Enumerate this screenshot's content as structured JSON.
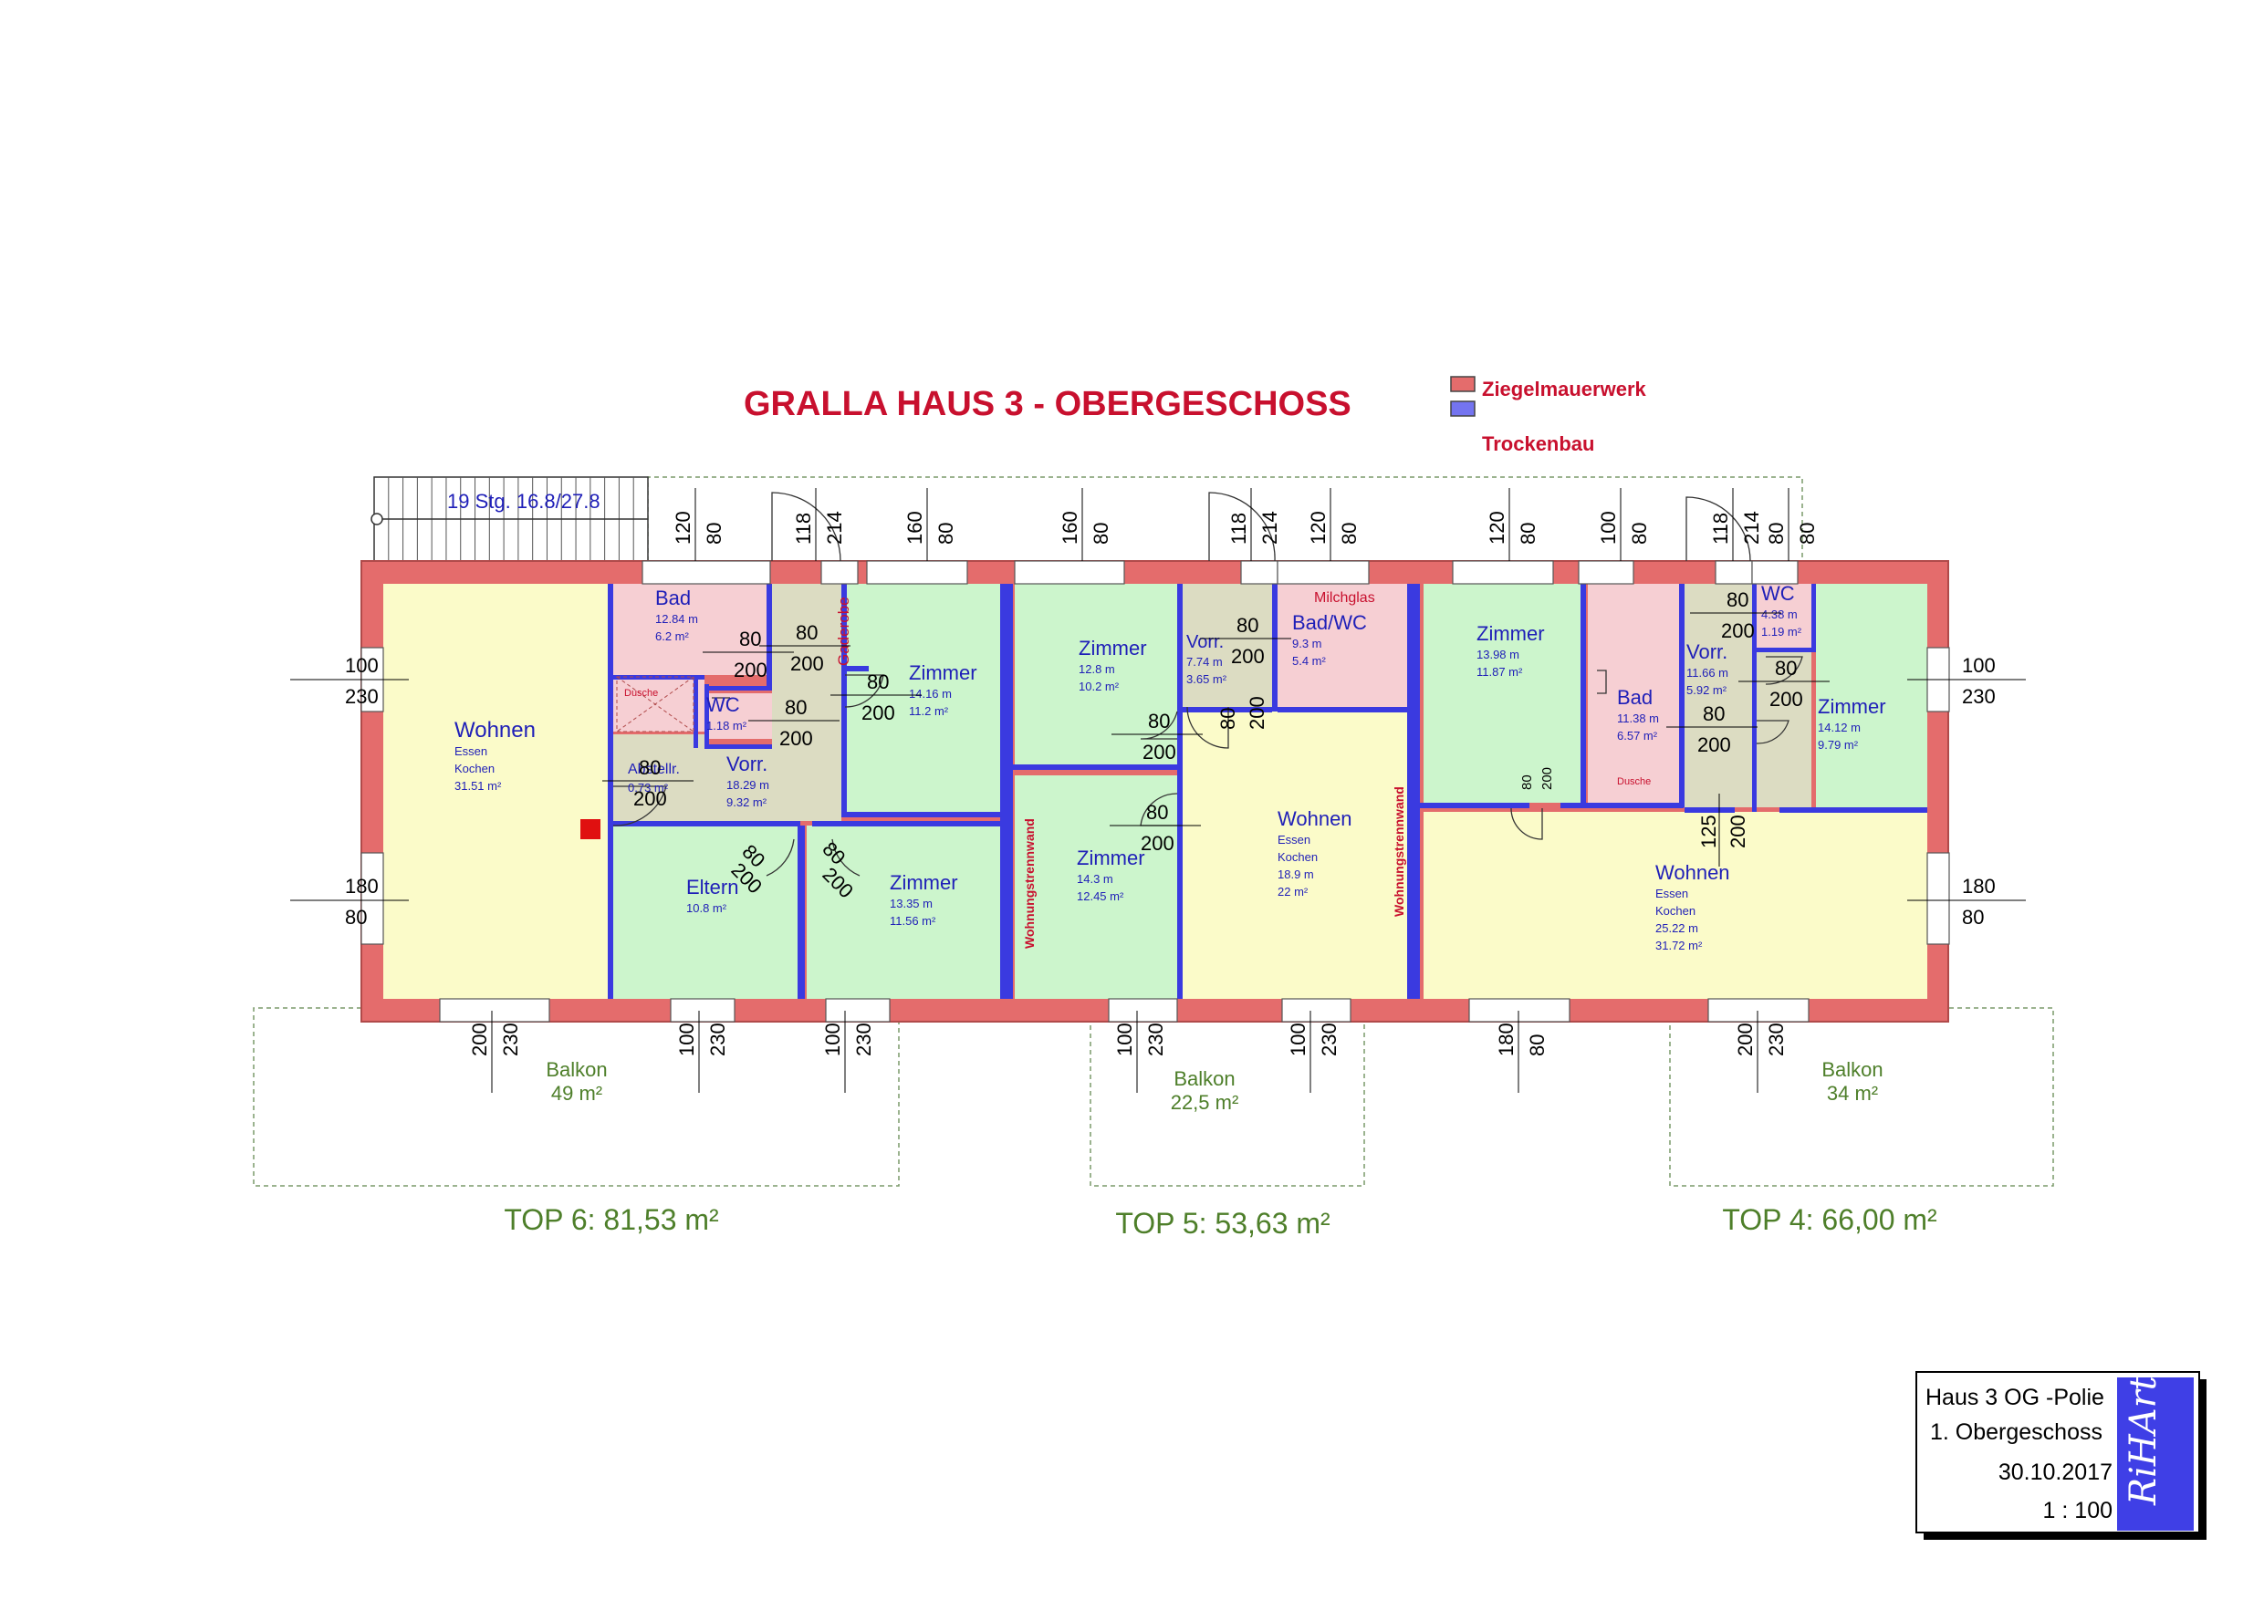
{
  "title": "GRALLA HAUS 3 - OBERGESCHOSS",
  "legend": [
    {
      "label": "Ziegelmauerwerk",
      "color": "#e46c6c"
    },
    {
      "label": "Trockenbau",
      "color": "#7474f0"
    }
  ],
  "colors": {
    "brick": "#e46c6c",
    "drywall": "#3a3ae0",
    "living": "#fbfbc9",
    "room": "#ccf5cc",
    "bath": "#f6cfd3",
    "hall": "#dcdcc2",
    "outline": "#d46b6b"
  },
  "stair": "19 Stg. 16.8/27.8",
  "wall_label": "Wohnungstrennwand",
  "rooms": [
    {
      "name": "Wohnen",
      "lines": [
        "Essen",
        "Kochen",
        "31.51 m²"
      ]
    },
    {
      "name": "Bad",
      "lines": [
        "12.84 m",
        "6.2 m²"
      ]
    },
    {
      "name": "Dusche",
      "lines": []
    },
    {
      "name": "WC",
      "lines": [
        "1.18 m²"
      ]
    },
    {
      "name": "Abstellr.",
      "lines": [
        "0.73 m²"
      ]
    },
    {
      "name": "Vorr.",
      "lines": [
        "18.29 m",
        "9.32 m²"
      ]
    },
    {
      "name": "Gaderobe",
      "lines": []
    },
    {
      "name": "Zimmer",
      "lines": [
        "14.16 m",
        "11.2 m²"
      ]
    },
    {
      "name": "Eltern",
      "lines": [
        "10.8 m²"
      ]
    },
    {
      "name": "Zimmer",
      "lines": [
        "13.35 m",
        "11.56 m²"
      ]
    },
    {
      "name": "Zimmer",
      "lines": [
        "12.8 m",
        "10.2 m²"
      ]
    },
    {
      "name": "Zimmer",
      "lines": [
        "14.3 m",
        "12.45 m²"
      ]
    },
    {
      "name": "Vorr.",
      "lines": [
        "7.74 m",
        "3.65 m²"
      ]
    },
    {
      "name": "Milchglas",
      "lines": []
    },
    {
      "name": "Bad/WC",
      "lines": [
        "9.3 m",
        "5.4 m²"
      ]
    },
    {
      "name": "Wohnen",
      "lines": [
        "Essen",
        "Kochen",
        "18.9 m",
        "22 m²"
      ]
    },
    {
      "name": "Zimmer",
      "lines": [
        "13.98 m",
        "11.87 m²"
      ]
    },
    {
      "name": "Bad",
      "lines": [
        "11.38 m",
        "6.57 m²"
      ]
    },
    {
      "name": "Dusche",
      "lines": []
    },
    {
      "name": "Vorr.",
      "lines": [
        "11.66 m",
        "5.92 m²"
      ]
    },
    {
      "name": "WC",
      "lines": [
        "4.38 m",
        "1.19 m²"
      ]
    },
    {
      "name": "Zimmer",
      "lines": [
        "14.12 m",
        "9.79 m²"
      ]
    },
    {
      "name": "Wohnen",
      "lines": [
        "Essen",
        "Kochen",
        "25.22 m",
        "31.72 m²"
      ]
    }
  ],
  "dims": [
    {
      "a": "120",
      "b": "80"
    },
    {
      "a": "118",
      "b": "214"
    },
    {
      "a": "160",
      "b": "80"
    },
    {
      "a": "160",
      "b": "80"
    },
    {
      "a": "118",
      "b": "214"
    },
    {
      "a": "120",
      "b": "80"
    },
    {
      "a": "120",
      "b": "80"
    },
    {
      "a": "100",
      "b": "80"
    },
    {
      "a": "118",
      "b": "214"
    },
    {
      "a": "80",
      "b": "80"
    },
    {
      "a": "100",
      "b": "230"
    },
    {
      "a": "180",
      "b": "80"
    },
    {
      "a": "100",
      "b": "230"
    },
    {
      "a": "180",
      "b": "80"
    },
    {
      "a": "200",
      "b": "230"
    },
    {
      "a": "100",
      "b": "230"
    },
    {
      "a": "100",
      "b": "230"
    },
    {
      "a": "100",
      "b": "230"
    },
    {
      "a": "100",
      "b": "230"
    },
    {
      "a": "180",
      "b": "80"
    },
    {
      "a": "200",
      "b": "230"
    },
    {
      "a": "80",
      "b": "200"
    },
    {
      "a": "80",
      "b": "200"
    },
    {
      "a": "80",
      "b": "200"
    },
    {
      "a": "80",
      "b": "200"
    },
    {
      "a": "80",
      "b": "200"
    },
    {
      "a": "80",
      "b": "200"
    },
    {
      "a": "80",
      "b": "200"
    },
    {
      "a": "80",
      "b": "200"
    },
    {
      "a": "80",
      "b": "200"
    },
    {
      "a": "80",
      "b": "200"
    },
    {
      "a": "80",
      "b": "200"
    },
    {
      "a": "80",
      "b": "200"
    },
    {
      "a": "80",
      "b": "200"
    },
    {
      "a": "80",
      "b": "200"
    },
    {
      "a": "80",
      "b": "200"
    },
    {
      "a": "125",
      "b": "200"
    }
  ],
  "balconies": [
    {
      "name": "Balkon",
      "area": "49 m²"
    },
    {
      "name": "Balkon",
      "area": "22,5 m²"
    },
    {
      "name": "Balkon",
      "area": "34 m²"
    }
  ],
  "tops": [
    "TOP 6: 81,53 m²",
    "TOP 5: 53,63 m²",
    "TOP 4: 66,00 m²"
  ],
  "title_block": {
    "line1": "Haus 3 OG -Polie",
    "line2": "1. Obergeschoss",
    "line3": "30.10.2017",
    "line4": "1 : 100",
    "logo": "RiHArt"
  }
}
